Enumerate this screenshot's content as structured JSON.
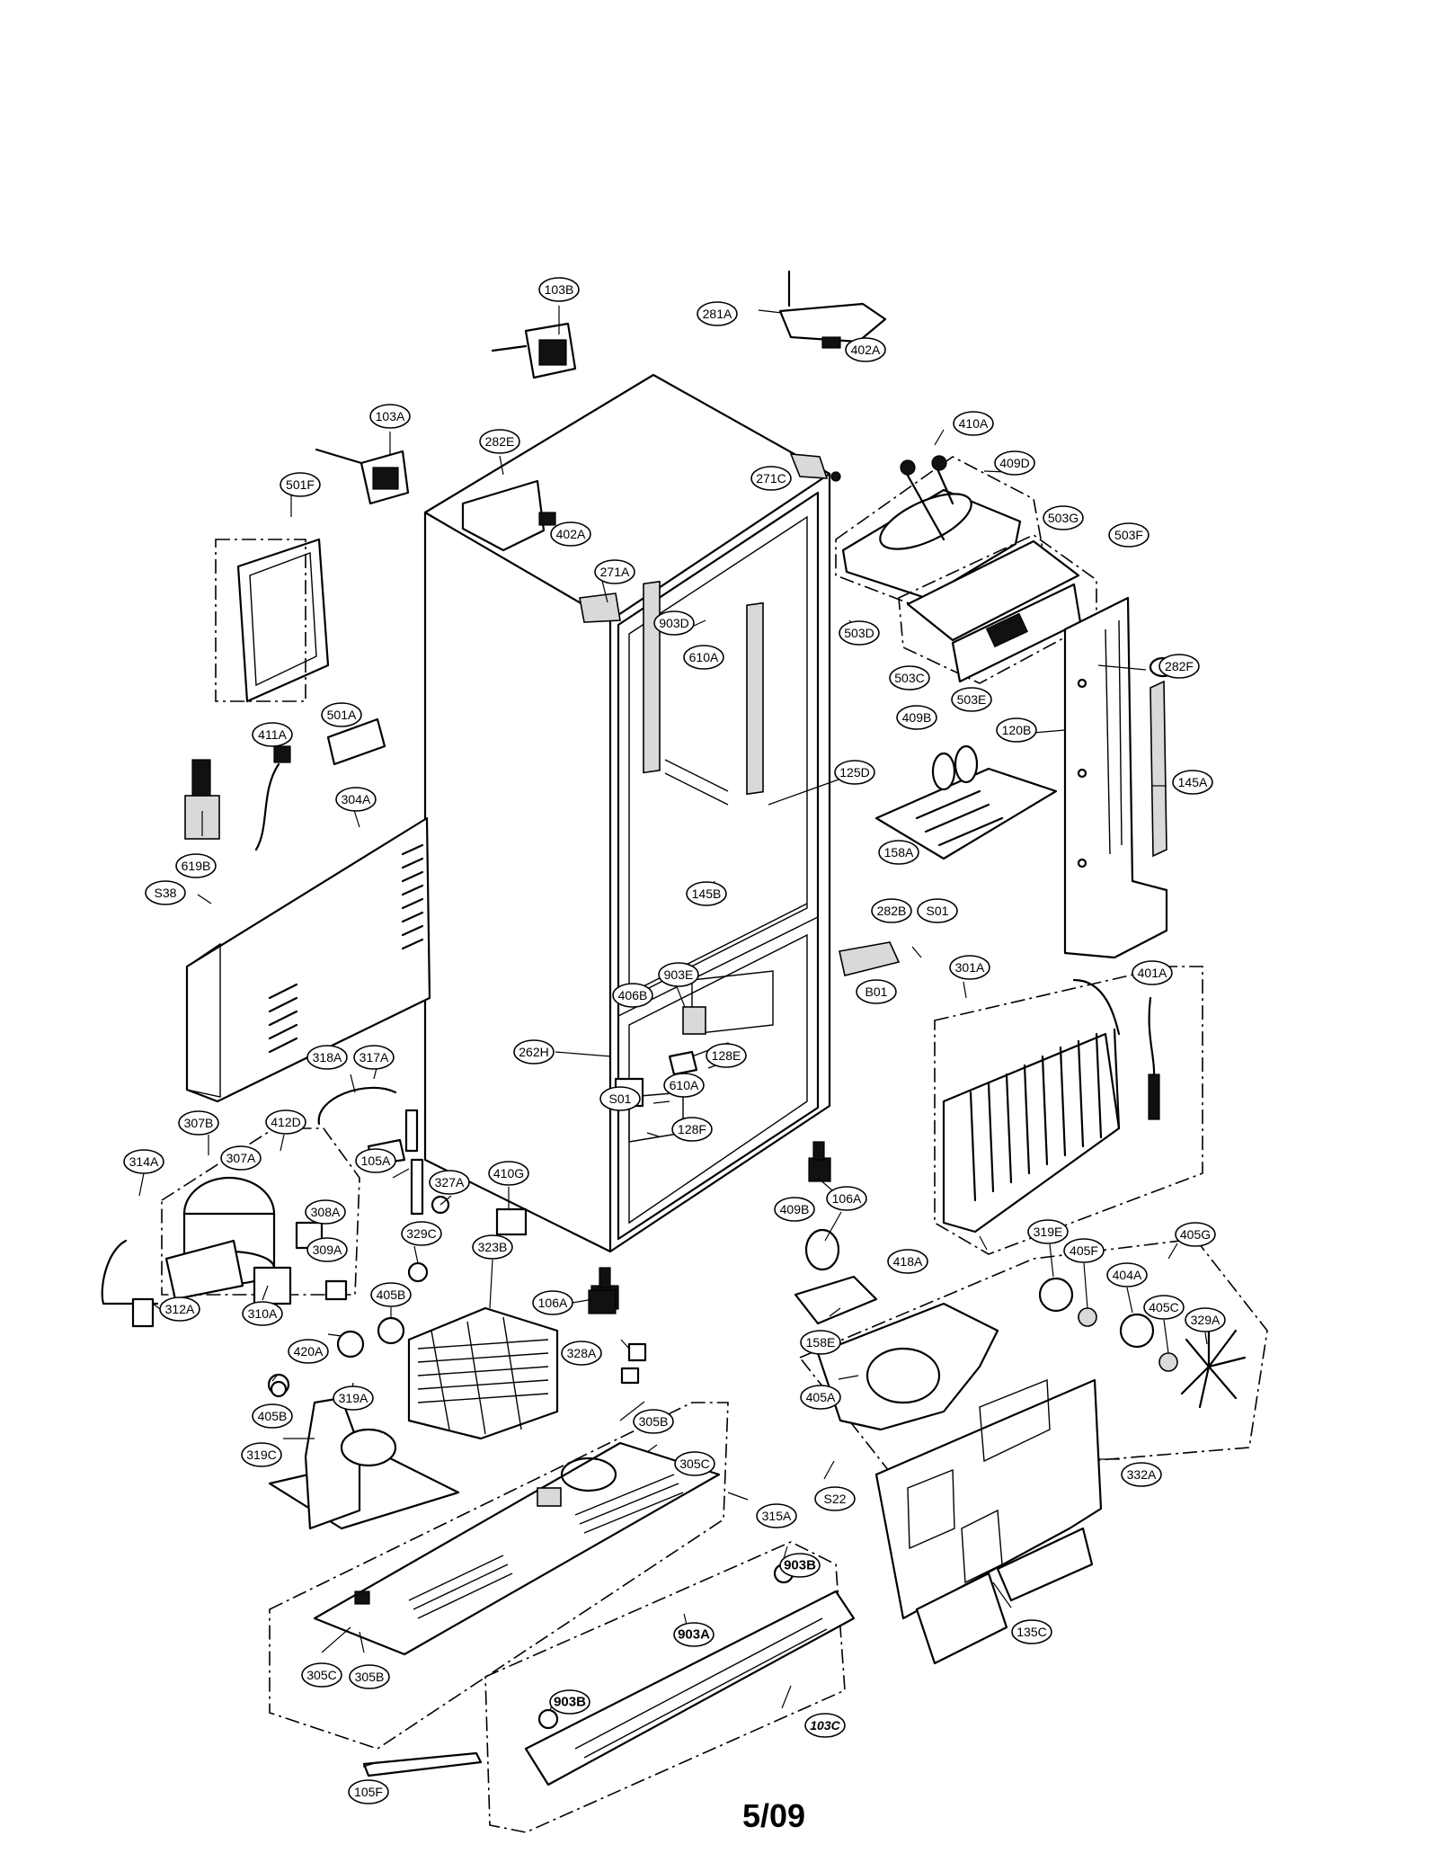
{
  "diagram": {
    "page_number": "5/09",
    "part_labels": [
      "103B",
      "281A",
      "402A",
      "103A",
      "282E",
      "402A",
      "410A",
      "409D",
      "501F",
      "271C",
      "503G",
      "503F",
      "271A",
      "903D",
      "610A",
      "503D",
      "503C",
      "503E",
      "282F",
      "501A",
      "411A",
      "409B",
      "120B",
      "125D",
      "145A",
      "619B",
      "304A",
      "S38",
      "145B",
      "158A",
      "282B",
      "S01",
      "B01",
      "903E",
      "406B",
      "301A",
      "401A",
      "262H",
      "128E",
      "610A",
      "S01",
      "128F",
      "318A",
      "317A",
      "307B",
      "412D",
      "314A",
      "307A",
      "105A",
      "327A",
      "410G",
      "308A",
      "309A",
      "329C",
      "106A",
      "409B",
      "418A",
      "319E",
      "405F",
      "405G",
      "404A",
      "405C",
      "329A",
      "312A",
      "310A",
      "323B",
      "405B",
      "106A",
      "328A",
      "158E",
      "420A",
      "405A",
      "405B",
      "319A",
      "305B",
      "319C",
      "305C",
      "S22",
      "332A",
      "315A",
      "903B",
      "135C",
      "903A",
      "305C",
      "305B",
      "903B",
      "103C",
      "105F"
    ]
  }
}
